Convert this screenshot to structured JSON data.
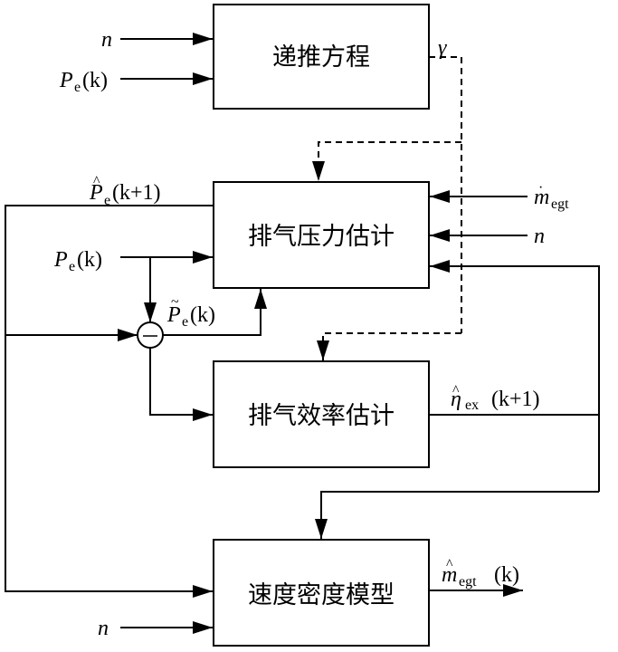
{
  "diagram": {
    "title": "",
    "colors": {
      "line": "#000000",
      "background": "#ffffff"
    },
    "blocks": [
      {
        "id": "recursive-equation",
        "label": "递推方程"
      },
      {
        "id": "exhaust-pressure-estimation",
        "label": "排气压力估计"
      },
      {
        "id": "exhaust-efficiency-estimation",
        "label": "排气效率估计"
      },
      {
        "id": "speed-density-model",
        "label": "速度密度模型"
      }
    ],
    "summing_junction": {
      "symbol": "—",
      "operation": "subtract"
    },
    "signals": {
      "n": "n",
      "Pe_k": {
        "main": "P",
        "sub": "e",
        "arg": "(k)"
      },
      "gamma": "γ",
      "Pe_hat_k1": {
        "accent": "^",
        "main": "P",
        "sub": "e",
        "arg": "(k+1)"
      },
      "Pe_tilde_k": {
        "accent": "~",
        "main": "P",
        "sub": "e",
        "arg": "(k)"
      },
      "m_dot_egt": {
        "accent": "·",
        "main": "m",
        "sub": "egt"
      },
      "eta_hat_ex_k1": {
        "accent": "^",
        "main": "η",
        "sub": "ex",
        "arg": "(k+1)"
      },
      "m_dot_hat_egt_k": {
        "accent": "^",
        "main": "m",
        "sub": "egt",
        "arg": "(k)"
      }
    },
    "connections": [
      {
        "from": "n",
        "to": "recursive-equation",
        "style": "solid"
      },
      {
        "from": "Pe_k",
        "to": "recursive-equation",
        "style": "solid"
      },
      {
        "from": "recursive-equation",
        "to": "exhaust-pressure-estimation",
        "signal": "gamma",
        "style": "dashed"
      },
      {
        "from": "recursive-equation",
        "to": "exhaust-efficiency-estimation",
        "signal": "gamma",
        "style": "dashed"
      },
      {
        "from": "m_dot_egt",
        "to": "exhaust-pressure-estimation",
        "style": "solid"
      },
      {
        "from": "n",
        "to": "exhaust-pressure-estimation",
        "style": "solid"
      },
      {
        "from": "Pe_k",
        "to": "exhaust-pressure-estimation",
        "style": "solid"
      },
      {
        "from": "Pe_k",
        "to": "summing-junction",
        "style": "solid"
      },
      {
        "from": "exhaust-pressure-estimation",
        "to": "summing-junction",
        "signal": "Pe_hat_k1",
        "style": "solid"
      },
      {
        "from": "exhaust-pressure-estimation",
        "to": "speed-density-model",
        "signal": "Pe_hat_k1",
        "style": "solid"
      },
      {
        "from": "summing-junction",
        "to": "exhaust-pressure-estimation",
        "signal": "Pe_tilde_k",
        "style": "solid"
      },
      {
        "from": "summing-junction",
        "to": "exhaust-efficiency-estimation",
        "style": "solid"
      },
      {
        "from": "exhaust-efficiency-estimation",
        "to": "exhaust-pressure-estimation",
        "signal": "eta_hat_ex_k1",
        "style": "solid"
      },
      {
        "from": "exhaust-efficiency-estimation",
        "to": "speed-density-model",
        "signal": "eta_hat_ex_k1",
        "style": "solid"
      },
      {
        "from": "n",
        "to": "speed-density-model",
        "style": "solid"
      },
      {
        "from": "speed-density-model",
        "to": "output",
        "signal": "m_dot_hat_egt_k",
        "style": "solid"
      }
    ]
  }
}
